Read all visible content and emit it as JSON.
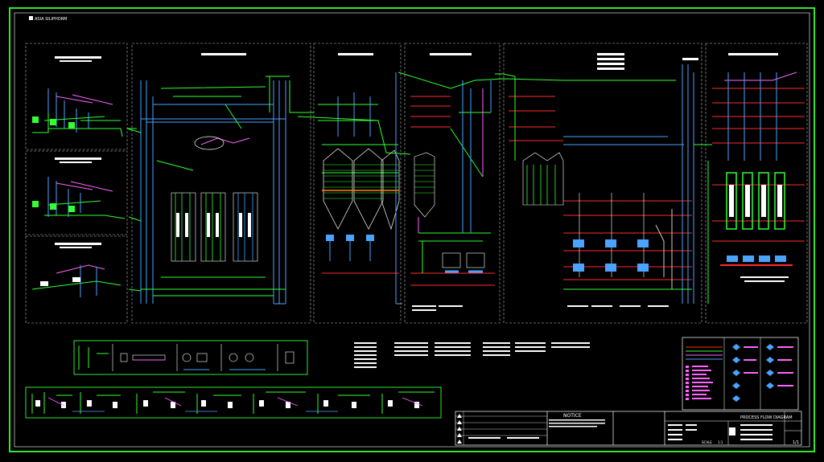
{
  "header": {
    "company_logo_text": "ASIA SILIPHORM"
  },
  "title_block": {
    "title": "PROCESS FLOW DIAGRAM",
    "scale_label": "SCALE",
    "scale_value": "1:1",
    "sheet_value": "1/1",
    "notice_label": "NOTICE"
  },
  "colors": {
    "frame": "#2ee82e",
    "pipe_green": "#33ff33",
    "pipe_blue": "#4aa3ff",
    "pipe_red": "#ff2b2b",
    "pipe_pink": "#ff66ff",
    "white": "#ffffff"
  }
}
